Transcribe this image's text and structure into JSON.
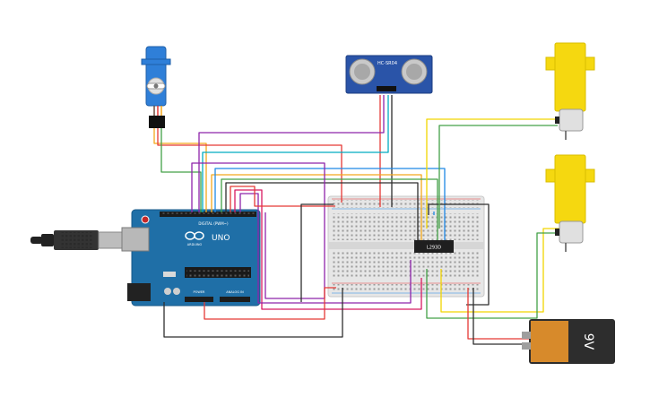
{
  "labels": {
    "arduino_brand": "ARDUINO",
    "arduino_model": "UNO",
    "digital_header": "DIGITAL (PWM~)",
    "power_header": "POWER",
    "analog_header": "ANALOG IN",
    "sensor_model": "HC-SR04",
    "driver_chip": "L293D",
    "battery_label": "9V"
  },
  "colors": {
    "arduino_board": "#1f6fa7",
    "breadboard": "#e9e9e9",
    "motor_body": "#f5d810",
    "servo_body": "#2f7fd8",
    "sensor_board": "#2a54a8",
    "battery_body": "#d78a2b",
    "battery_cap": "#2d2d2d"
  },
  "wire_colors": [
    "#e53935",
    "#2e2e2e",
    "#43a047",
    "#8e24aa",
    "#f4a81c",
    "#1e88e5",
    "#00acc1",
    "#f2d500",
    "#ff9800",
    "#d81b60"
  ]
}
